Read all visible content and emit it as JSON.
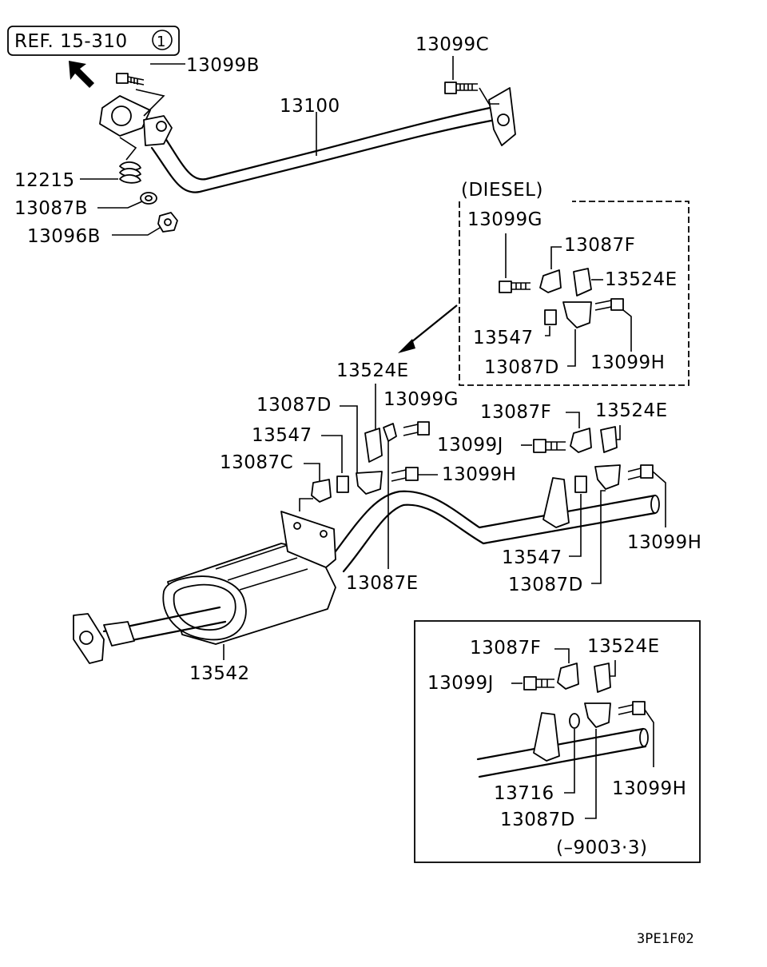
{
  "ref_box": {
    "text": "REF. 15-310",
    "circled": "1"
  },
  "labels": {
    "p13099B": "13099B",
    "p13099C": "13099C",
    "p13100": "13100",
    "p12215": "12215",
    "p13087B": "13087B",
    "p13096B": "13096B",
    "diesel_title": "(DIESEL)",
    "d13099G": "13099G",
    "d13087F": "13087F",
    "d13524E": "13524E",
    "d13547": "13547",
    "d13087D": "13087D",
    "d13099H": "13099H",
    "m13524E": "13524E",
    "m13087D": "13087D",
    "m13099G": "13099G",
    "m13547": "13547",
    "m13087C": "13087C",
    "m13099H": "13099H",
    "m13087F": "13087F",
    "m13524E_r": "13524E",
    "m13099J": "13099J",
    "m13099H_r": "13099H",
    "m13547_r": "13547",
    "m13087D_r": "13087D",
    "m13087E": "13087E",
    "m13542": "13542",
    "b13087F": "13087F",
    "b13524E": "13524E",
    "b13099J": "13099J",
    "b13716": "13716",
    "b13099H": "13099H",
    "b13087D": "13087D",
    "b_range": "(–9003·3)",
    "footer_code": "3PE1F02"
  },
  "icons": [
    "ref-arrow-icon",
    "pointer-arrow-icon"
  ]
}
